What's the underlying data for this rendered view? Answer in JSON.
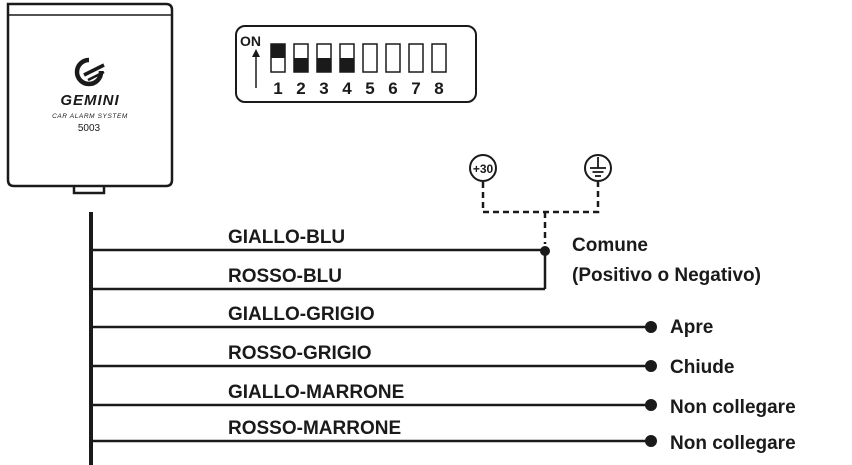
{
  "device": {
    "brand": "GEMINI",
    "tagline": "CAR ALARM SYSTEM",
    "model": "5003"
  },
  "dip_switch": {
    "on_label": "ON",
    "switches": [
      {
        "number": "1",
        "on": true
      },
      {
        "number": "2",
        "on": false
      },
      {
        "number": "3",
        "on": false
      },
      {
        "number": "4",
        "on": false
      },
      {
        "number": "5",
        "on": false
      },
      {
        "number": "6",
        "on": false
      },
      {
        "number": "7",
        "on": false
      },
      {
        "number": "8",
        "on": false
      }
    ]
  },
  "terminals": {
    "positive_label": "+30",
    "ground_icon": "ground-icon"
  },
  "wires": [
    {
      "color_name": "GIALLO-BLU"
    },
    {
      "color_name": "ROSSO-BLU"
    },
    {
      "color_name": "GIALLO-GRIGIO"
    },
    {
      "color_name": "ROSSO-GRIGIO"
    },
    {
      "color_name": "GIALLO-MARRONE"
    },
    {
      "color_name": "ROSSO-MARRONE"
    }
  ],
  "outputs": {
    "common_line1": "Comune",
    "common_line2": "(Positivo o Negativo)",
    "open": "Apre",
    "close": "Chiude",
    "not_connected_1": "Non collegare",
    "not_connected_2": "Non collegare"
  },
  "colors": {
    "ink": "#1a1a1a"
  }
}
